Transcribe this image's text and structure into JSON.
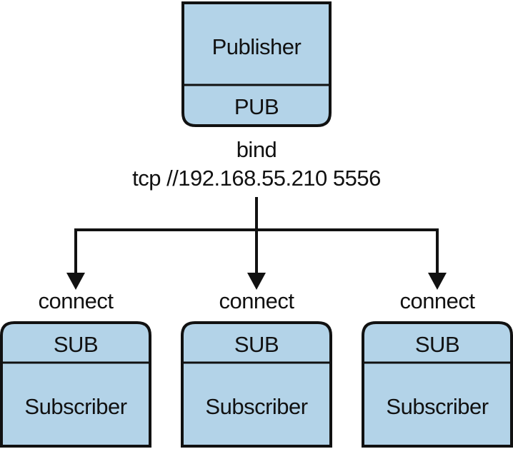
{
  "publisher": {
    "title": "Publisher",
    "socket": "PUB"
  },
  "bind": {
    "label": "bind",
    "endpoint": "tcp //192.168.55.210 5556"
  },
  "subscribers": [
    {
      "connect_label": "connect",
      "socket": "SUB",
      "title": "Subscriber"
    },
    {
      "connect_label": "connect",
      "socket": "SUB",
      "title": "Subscriber"
    },
    {
      "connect_label": "connect",
      "socket": "SUB",
      "title": "Subscriber"
    }
  ],
  "colors": {
    "box_fill": "#b3d3e8",
    "stroke": "#111111"
  }
}
